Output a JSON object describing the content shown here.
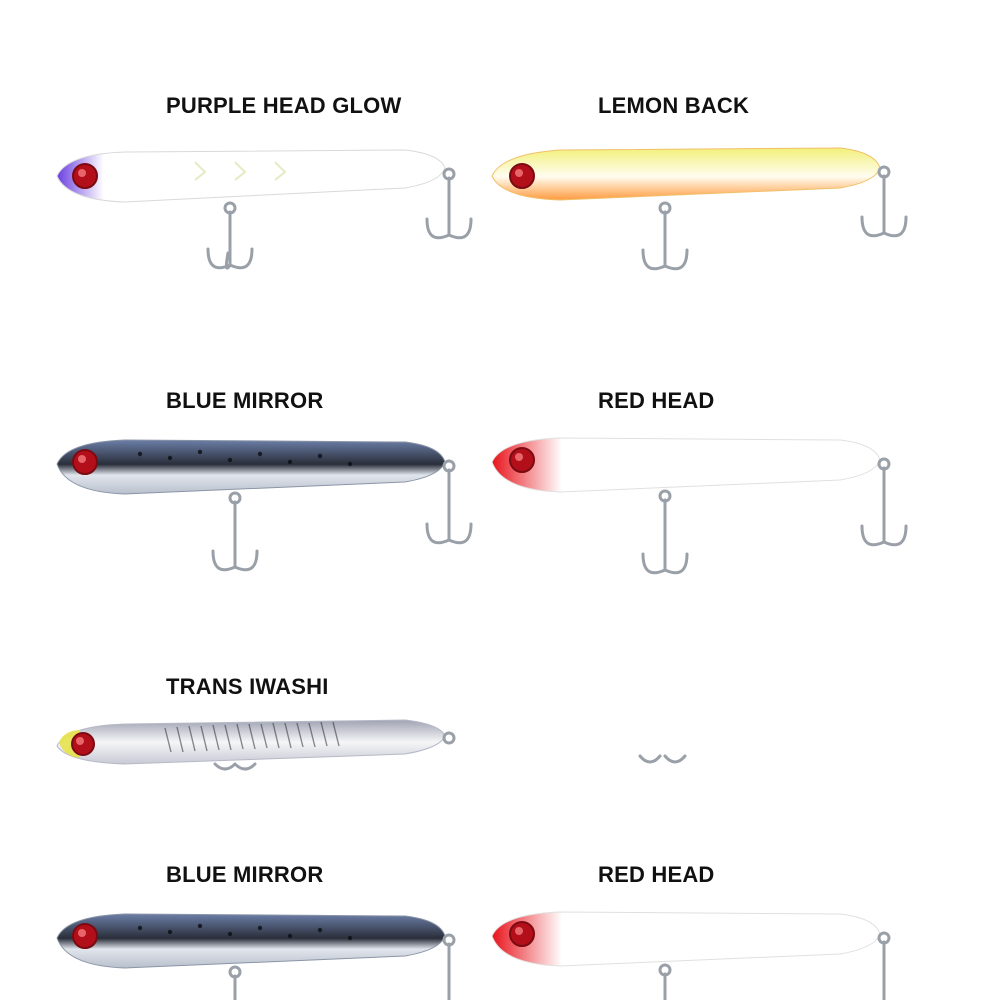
{
  "page": {
    "background": "#ffffff"
  },
  "products": [
    {
      "label": "PURPLE HEAD GLOW",
      "head_color": "#7a55e6",
      "body_color": "#ffffff",
      "accent": "#e9ecc8",
      "style": "purple-head"
    },
    {
      "label": "LEMON BACK",
      "head_color": "#f3f27a",
      "body_color": "#fffde8",
      "accent": "#ff9c3c",
      "style": "lemon"
    },
    {
      "label": "BLUE MIRROR",
      "head_color": "#7d8fb3",
      "body_color": "#d8dde6",
      "accent": "#2a2e3a",
      "style": "blue-mirror"
    },
    {
      "label": "RED HEAD",
      "head_color": "#e8141c",
      "body_color": "#ffffff",
      "accent": "#f6f6f6",
      "style": "red-head"
    },
    {
      "label": "TRANS IWASHI",
      "head_color": "#e7e24a",
      "body_color": "#c7c9d4",
      "accent": "#3a3c44",
      "style": "trans-iwashi"
    },
    {
      "label": "BLUE MIRROR",
      "head_color": "#7d8fb3",
      "body_color": "#d8dde6",
      "accent": "#2a2e3a",
      "style": "blue-mirror"
    },
    {
      "label": "RED HEAD",
      "head_color": "#e8141c",
      "body_color": "#ffffff",
      "accent": "#f6f6f6",
      "style": "red-head"
    }
  ],
  "icons": {
    "hook": "treble-hook-icon",
    "eye": "lure-eye-icon"
  }
}
